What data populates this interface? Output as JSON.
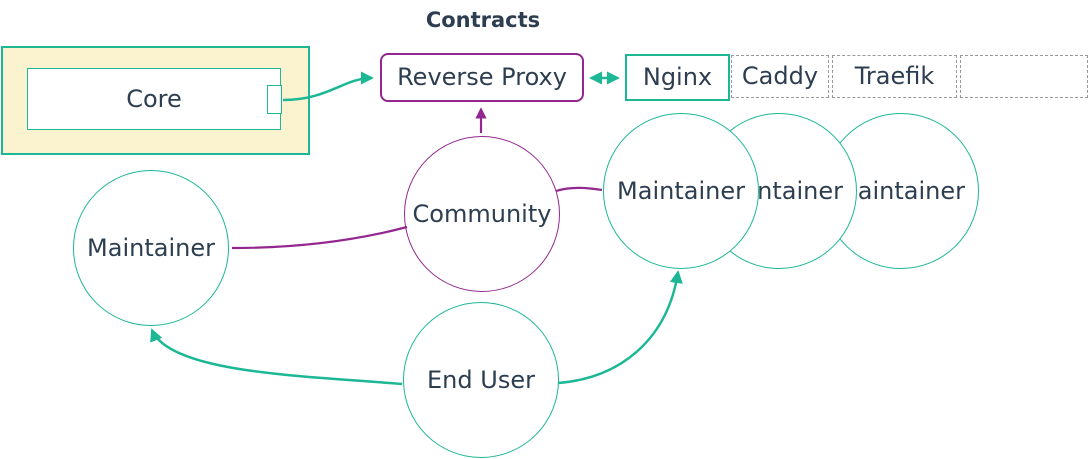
{
  "title": "Contracts",
  "core": {
    "label": "Core"
  },
  "reverse_proxy": {
    "label": "Reverse Proxy"
  },
  "proxy_table": {
    "cells": [
      {
        "label": "Nginx",
        "border": "solid-teal"
      },
      {
        "label": "Caddy",
        "border": "dashed-gray"
      },
      {
        "label": "Traefik",
        "border": "dashed-gray"
      },
      {
        "label": "",
        "border": "dashed-gray"
      }
    ]
  },
  "actors": {
    "left_maintainer": {
      "label": "Maintainer"
    },
    "community": {
      "label": "Community"
    },
    "end_user": {
      "label": "End User"
    },
    "right_maintainers": [
      {
        "label": "Maintainer"
      },
      {
        "label": "Maintainer"
      },
      {
        "label": "Maintainer"
      }
    ]
  },
  "edges": [
    {
      "from": "core-port",
      "to": "reverse-proxy",
      "color": "teal",
      "arrow": "end"
    },
    {
      "from": "reverse-proxy",
      "to": "nginx-cell",
      "color": "teal",
      "arrow": "both"
    },
    {
      "from": "community",
      "to": "reverse-proxy",
      "color": "purple",
      "arrow": "end"
    },
    {
      "from": "community",
      "to": "left-maintainer",
      "color": "purple",
      "arrow": "none"
    },
    {
      "from": "community",
      "to": "right-maintainer-1",
      "color": "purple",
      "arrow": "none"
    },
    {
      "from": "end-user",
      "to": "left-maintainer",
      "color": "teal",
      "arrow": "end"
    },
    {
      "from": "end-user",
      "to": "right-maintainer-1",
      "color": "teal",
      "arrow": "end"
    }
  ],
  "colors": {
    "teal": "#1cb795",
    "purple": "#93278f",
    "node_text": "#2d3e50",
    "yellow_fill": "#fbf3cf",
    "dashed_border": "#999999",
    "background": "#ffffff"
  }
}
